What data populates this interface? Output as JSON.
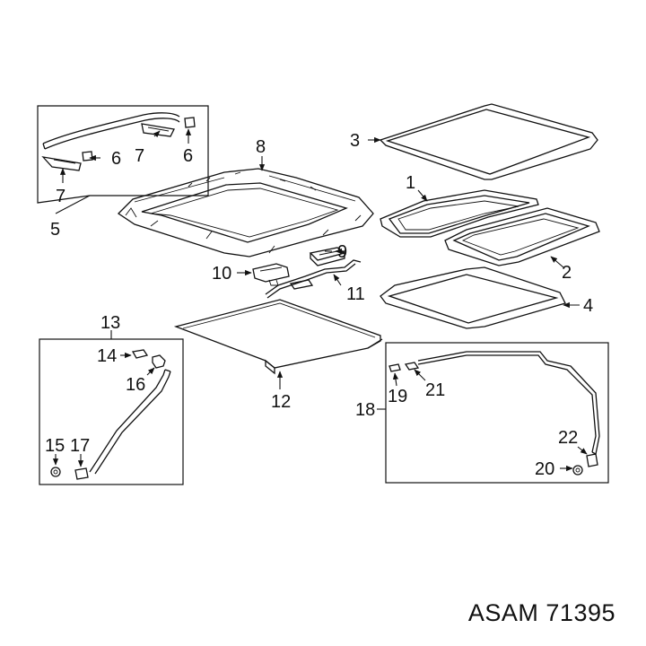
{
  "labels": {
    "l1": "1",
    "l2": "2",
    "l3": "3",
    "l4": "4",
    "l5": "5",
    "l6a": "6",
    "l6b": "6",
    "l7a": "7",
    "l7b": "7",
    "l8": "8",
    "l9": "9",
    "l10": "10",
    "l11": "11",
    "l12": "12",
    "l13": "13",
    "l14": "14",
    "l15": "15",
    "l16": "16",
    "l17": "17",
    "l18": "18",
    "l19": "19",
    "l20": "20",
    "l21": "21",
    "l22": "22"
  },
  "caption": "ASAM 71395"
}
